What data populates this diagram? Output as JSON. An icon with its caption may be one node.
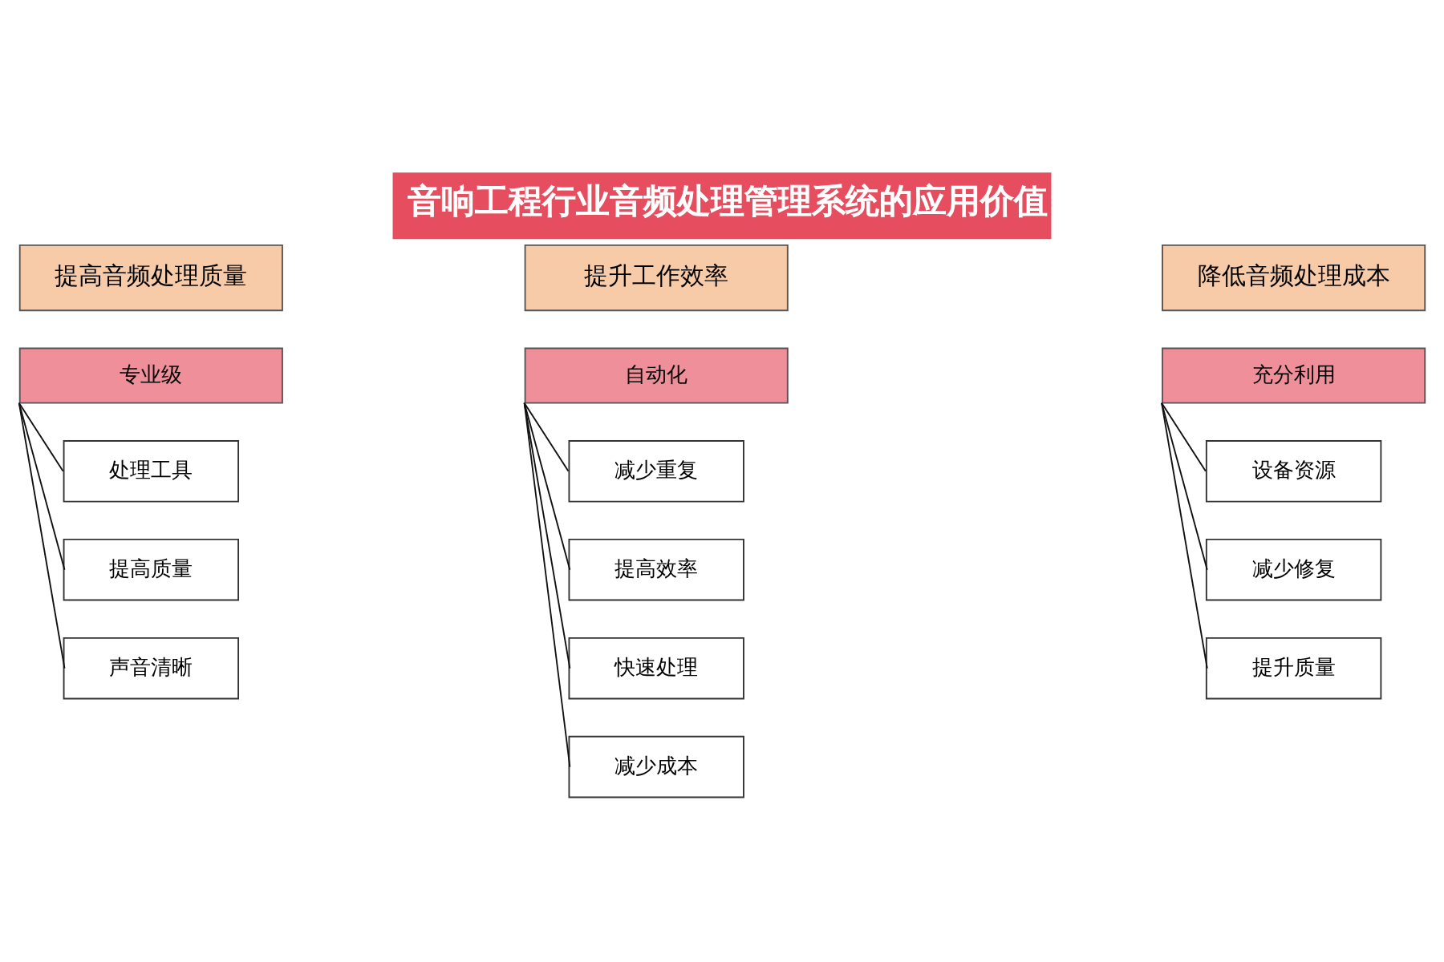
{
  "diagram": {
    "title": "音响工程行业音频处理管理系统的应用价值",
    "nodes": [
      {
        "text": [
          "提高音频处理质量"
        ]
      },
      {
        "text": [
          "专业级"
        ]
      },
      {
        "text": [
          "处理工具"
        ]
      },
      {
        "text": [
          "提高质量"
        ]
      },
      {
        "text": [
          "声音清晰"
        ]
      },
      {
        "text": [
          "提升工作效率"
        ]
      },
      {
        "text": [
          "自动化"
        ]
      },
      {
        "text": [
          "减少重复"
        ]
      },
      {
        "text": [
          "提高效率"
        ]
      },
      {
        "text": [
          "快速处理"
        ]
      },
      {
        "text": [
          "减少成本"
        ]
      },
      {
        "text": [
          "降低音频处理成本"
        ]
      },
      {
        "text": [
          "充分利用"
        ]
      },
      {
        "text": [
          "设备资源"
        ]
      },
      {
        "text": [
          "减少修复"
        ]
      },
      {
        "text": [
          "提升质量"
        ]
      }
    ],
    "edges": [
      {
        "from": 1,
        "to": 2,
        "arrow": "none"
      },
      {
        "from": 1,
        "to": 3,
        "arrow": "none"
      },
      {
        "from": 1,
        "to": 4,
        "arrow": "none"
      },
      {
        "from": 6,
        "to": 7,
        "arrow": "none"
      },
      {
        "from": 6,
        "to": 8,
        "arrow": "none"
      },
      {
        "from": 6,
        "to": 9,
        "arrow": "none"
      },
      {
        "from": 6,
        "to": 10,
        "arrow": "none"
      },
      {
        "from": 12,
        "to": 13,
        "arrow": "none"
      },
      {
        "from": 12,
        "to": 14,
        "arrow": "none"
      },
      {
        "from": 12,
        "to": 15,
        "arrow": "none"
      }
    ]
  }
}
